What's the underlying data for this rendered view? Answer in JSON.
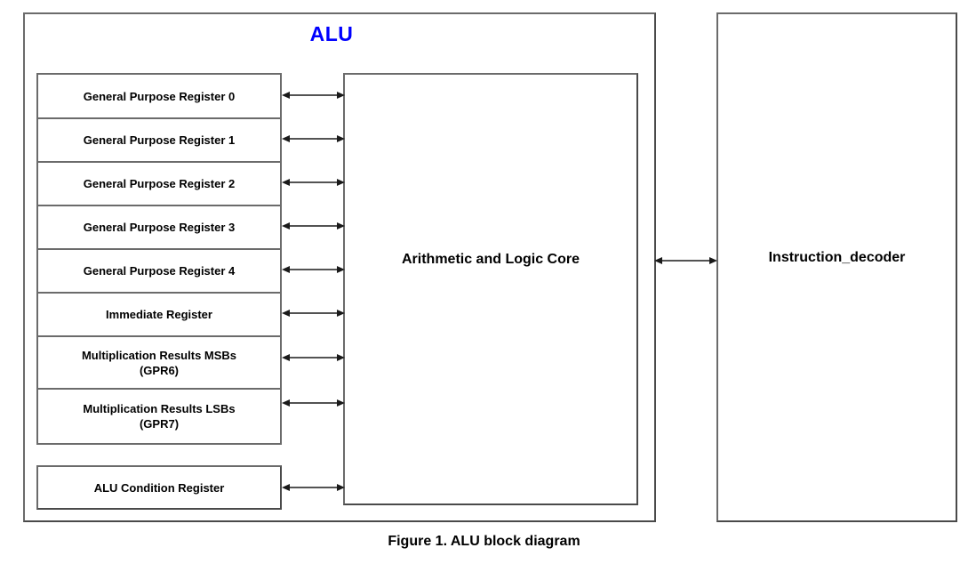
{
  "figure": {
    "caption": "Figure 1. ALU block diagram",
    "title_label": "ALU",
    "title_color": "#0000ff"
  },
  "alu": {
    "core": {
      "label": "Arithmetic and Logic Core"
    },
    "registers": [
      {
        "label": "General Purpose Register 0",
        "lines": [
          "General Purpose Register 0"
        ]
      },
      {
        "label": "General Purpose Register 1",
        "lines": [
          "General Purpose Register 1"
        ]
      },
      {
        "label": "General Purpose Register 2",
        "lines": [
          "General Purpose Register 2"
        ]
      },
      {
        "label": "General Purpose Register 3",
        "lines": [
          "General Purpose Register 3"
        ]
      },
      {
        "label": "General Purpose Register 4",
        "lines": [
          "General Purpose Register 4"
        ]
      },
      {
        "label": "Immediate Register",
        "lines": [
          "Immediate Register"
        ]
      },
      {
        "label": "Multiplication Results MSBs (GPR6)",
        "lines": [
          "Multiplication Results MSBs",
          "(GPR6)"
        ]
      },
      {
        "label": "Multiplication Results LSBs (GPR7)",
        "lines": [
          "Multiplication Results LSBs",
          "(GPR7)"
        ]
      }
    ],
    "condition_register": {
      "label": "ALU Condition Register"
    }
  },
  "instruction_decoder": {
    "label": "Instruction_decoder"
  },
  "connections": [
    {
      "name": "gpr0-to-core",
      "type": "bidirectional"
    },
    {
      "name": "gpr1-to-core",
      "type": "bidirectional"
    },
    {
      "name": "gpr2-to-core",
      "type": "bidirectional"
    },
    {
      "name": "gpr3-to-core",
      "type": "bidirectional"
    },
    {
      "name": "gpr4-to-core",
      "type": "bidirectional"
    },
    {
      "name": "immediate-to-core",
      "type": "bidirectional"
    },
    {
      "name": "gpr6-to-core",
      "type": "bidirectional"
    },
    {
      "name": "gpr7-to-core",
      "type": "bidirectional"
    },
    {
      "name": "condition-to-core",
      "type": "bidirectional"
    },
    {
      "name": "core-to-instruction-decoder",
      "type": "bidirectional"
    }
  ],
  "style": {
    "line_color": "#1a1a1a",
    "box_border_color": "#6b6b6b",
    "background": "#ffffff"
  }
}
